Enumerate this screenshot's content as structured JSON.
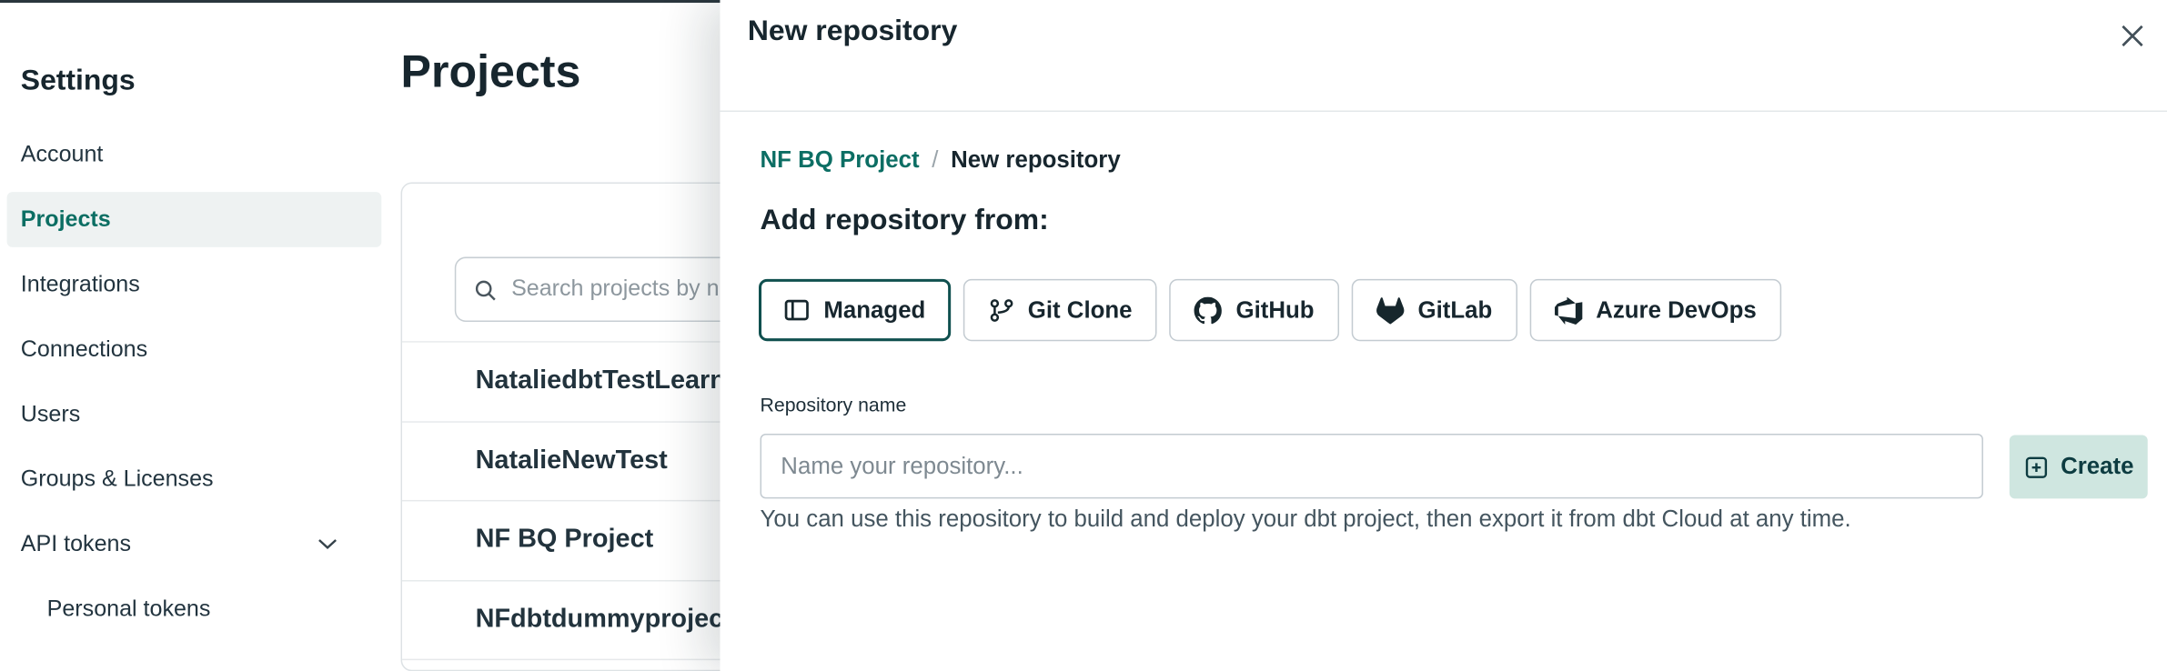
{
  "colors": {
    "accent_teal": "#0c6e64",
    "active_item_bg": "#eef2f2",
    "selected_border": "#10504f",
    "create_button_bg": "#cfe6e0",
    "create_button_text": "#0d3c41"
  },
  "settings_page": {
    "title": "Settings",
    "sidebar": {
      "items": [
        {
          "label": "Account"
        },
        {
          "label": "Projects",
          "active": true
        },
        {
          "label": "Integrations"
        },
        {
          "label": "Connections"
        },
        {
          "label": "Users"
        },
        {
          "label": "Groups & Licenses"
        },
        {
          "label": "API tokens",
          "has_chevron": true
        },
        {
          "label": "Personal tokens",
          "indented": true
        }
      ]
    },
    "main": {
      "title": "Projects",
      "search": {
        "placeholder": "Search projects by name..."
      },
      "projects": [
        "NataliedbtTestLearn T",
        "NatalieNewTest",
        "NF BQ Project",
        "NFdbtdummyproject"
      ]
    }
  },
  "modal": {
    "title": "New repository",
    "breadcrumb": {
      "parent": "NF BQ Project",
      "separator": "/",
      "current": "New repository"
    },
    "section_title": "Add repository from:",
    "source_options": [
      {
        "label": "Managed",
        "icon": "managed-icon",
        "selected": true
      },
      {
        "label": "Git Clone",
        "icon": "git-clone-icon",
        "selected": false
      },
      {
        "label": "GitHub",
        "icon": "github-icon",
        "selected": false
      },
      {
        "label": "GitLab",
        "icon": "gitlab-icon",
        "selected": false
      },
      {
        "label": "Azure DevOps",
        "icon": "azure-devops-icon",
        "selected": false
      }
    ],
    "repository_name": {
      "label": "Repository name",
      "placeholder": "Name your repository..."
    },
    "create_button": {
      "label": "Create",
      "icon": "create-icon"
    },
    "helper_text": "You can use this repository to build and deploy your dbt project, then export it from dbt Cloud at any time."
  }
}
